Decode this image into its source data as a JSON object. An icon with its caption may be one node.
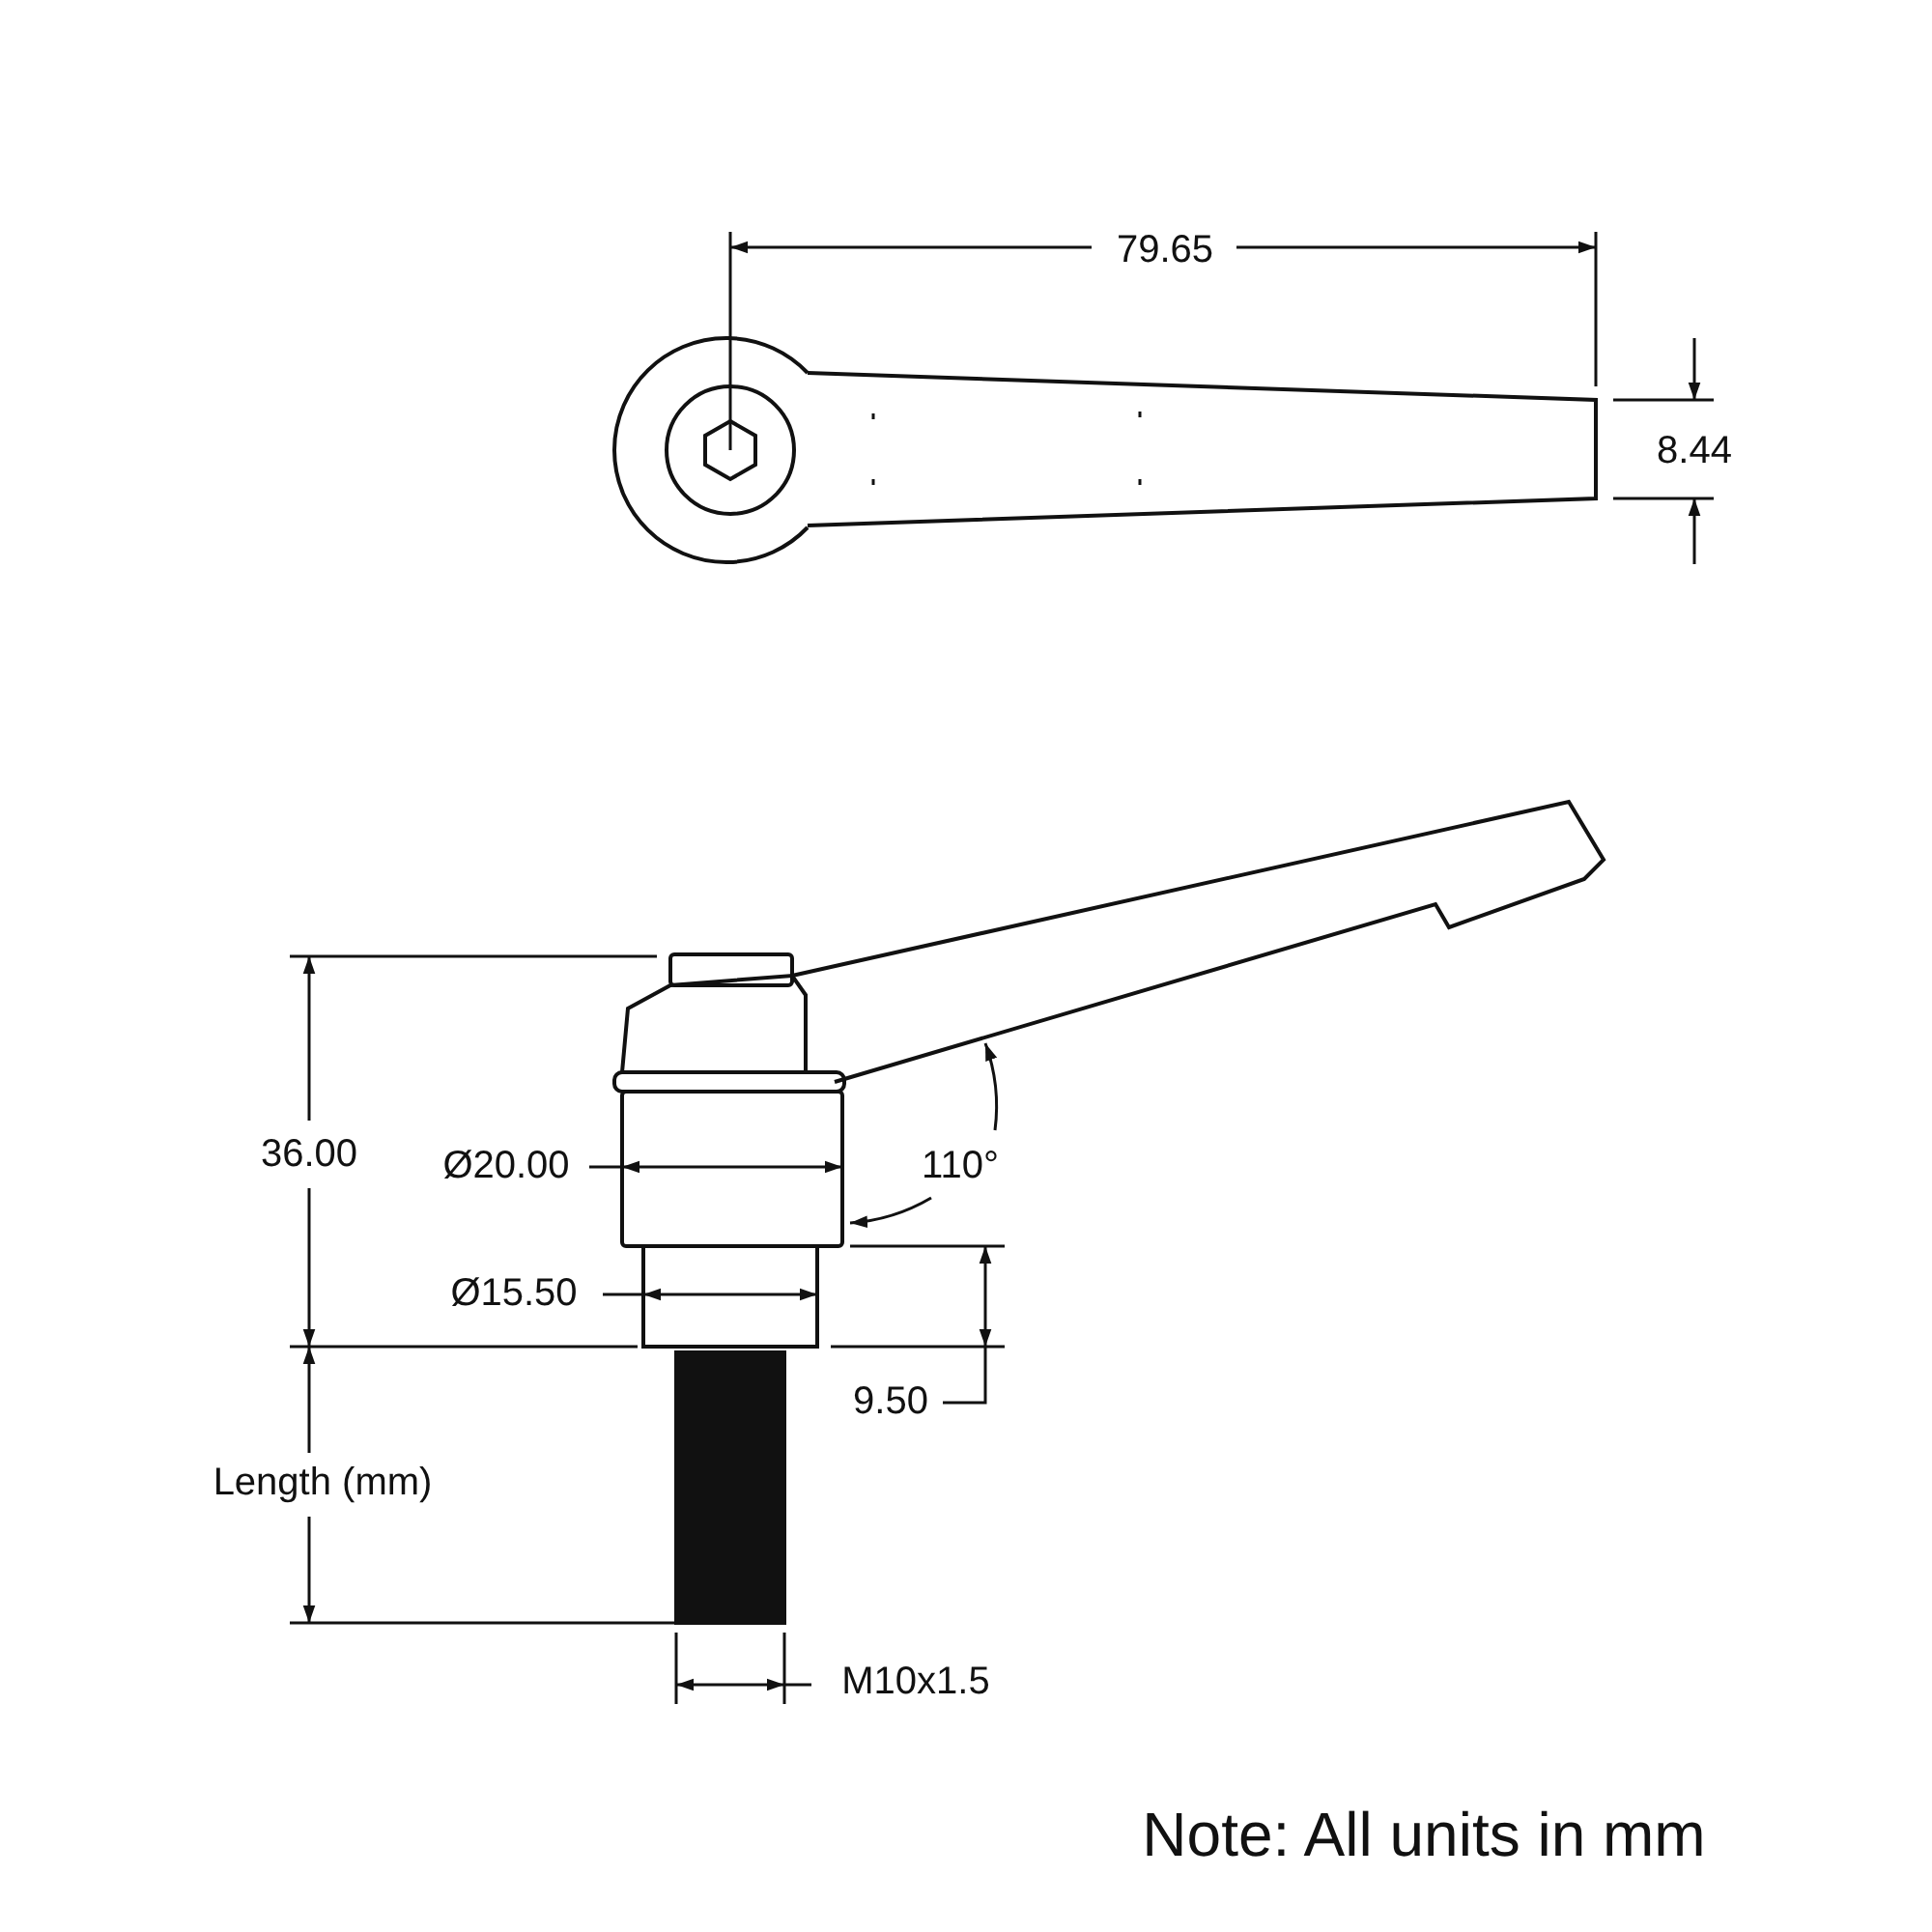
{
  "diagram": {
    "labels": [
      "79.65",
      "8.44",
      "36.00",
      "Ø20.00",
      "110°",
      "Ø15.50",
      "9.50",
      "Length (mm)",
      "M10x1.5",
      "Note: All units in mm"
    ]
  }
}
